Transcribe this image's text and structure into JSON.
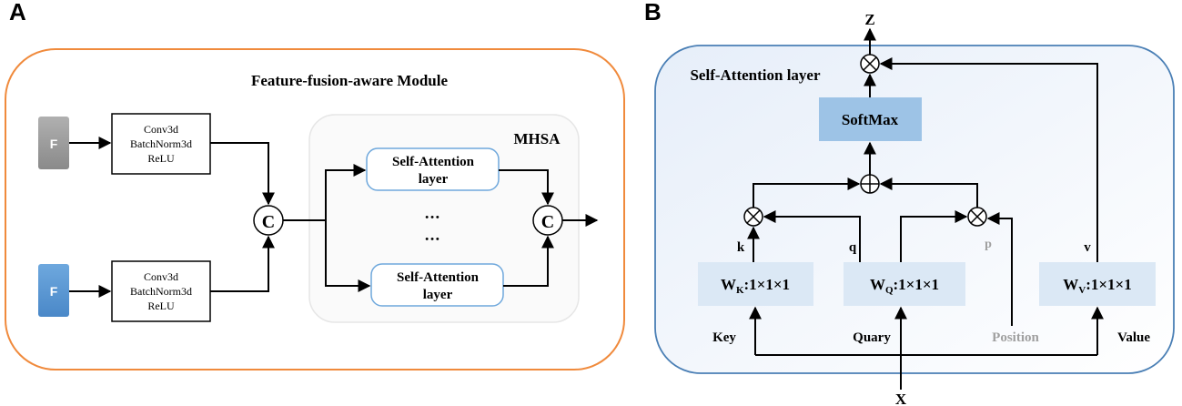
{
  "panel_a": {
    "label": "A",
    "title": "Feature-fusion-aware Module",
    "mhsa_label": "MHSA",
    "input_f_top": "F",
    "input_f_bottom": "F",
    "conv_top": [
      "Conv3d",
      "BatchNorm3d",
      "ReLU"
    ],
    "conv_bottom": [
      "Conv3d",
      "BatchNorm3d",
      "ReLU"
    ],
    "concat_left": "C",
    "concat_right": "C",
    "sa_top": [
      "Self-Attention",
      "layer"
    ],
    "sa_bottom": [
      "Self-Attention",
      "layer"
    ],
    "dots_1": "•••",
    "dots_2": "•••",
    "colors": {
      "outer_border": "#f08a3c",
      "input_gray": "#9e9e9e",
      "input_blue": "#5b9bd5",
      "sa_border": "#6fa8dc"
    }
  },
  "panel_b": {
    "label": "B",
    "title": "Self-Attention layer",
    "softmax": "SoftMax",
    "z_label": "Z",
    "x_label": "X",
    "wk_main": "W",
    "wk_sub": "K",
    "wk_rest": ":1×1×1",
    "wq_main": "W",
    "wq_sub": "Q",
    "wq_rest": ":1×1×1",
    "wv_main": "W",
    "wv_sub": "V",
    "wv_rest": ":1×1×1",
    "k_label": "k",
    "q_label": "q",
    "p_label": "p",
    "v_label": "v",
    "key_label": "Key",
    "query_label": "Quary",
    "position_label": "Position",
    "value_label": "Value",
    "colors": {
      "border": "#4a7fb5",
      "box_fill": "#dbe8f5",
      "softmax_fill": "#9dc3e6",
      "gray_text": "#a0a0a0"
    }
  }
}
